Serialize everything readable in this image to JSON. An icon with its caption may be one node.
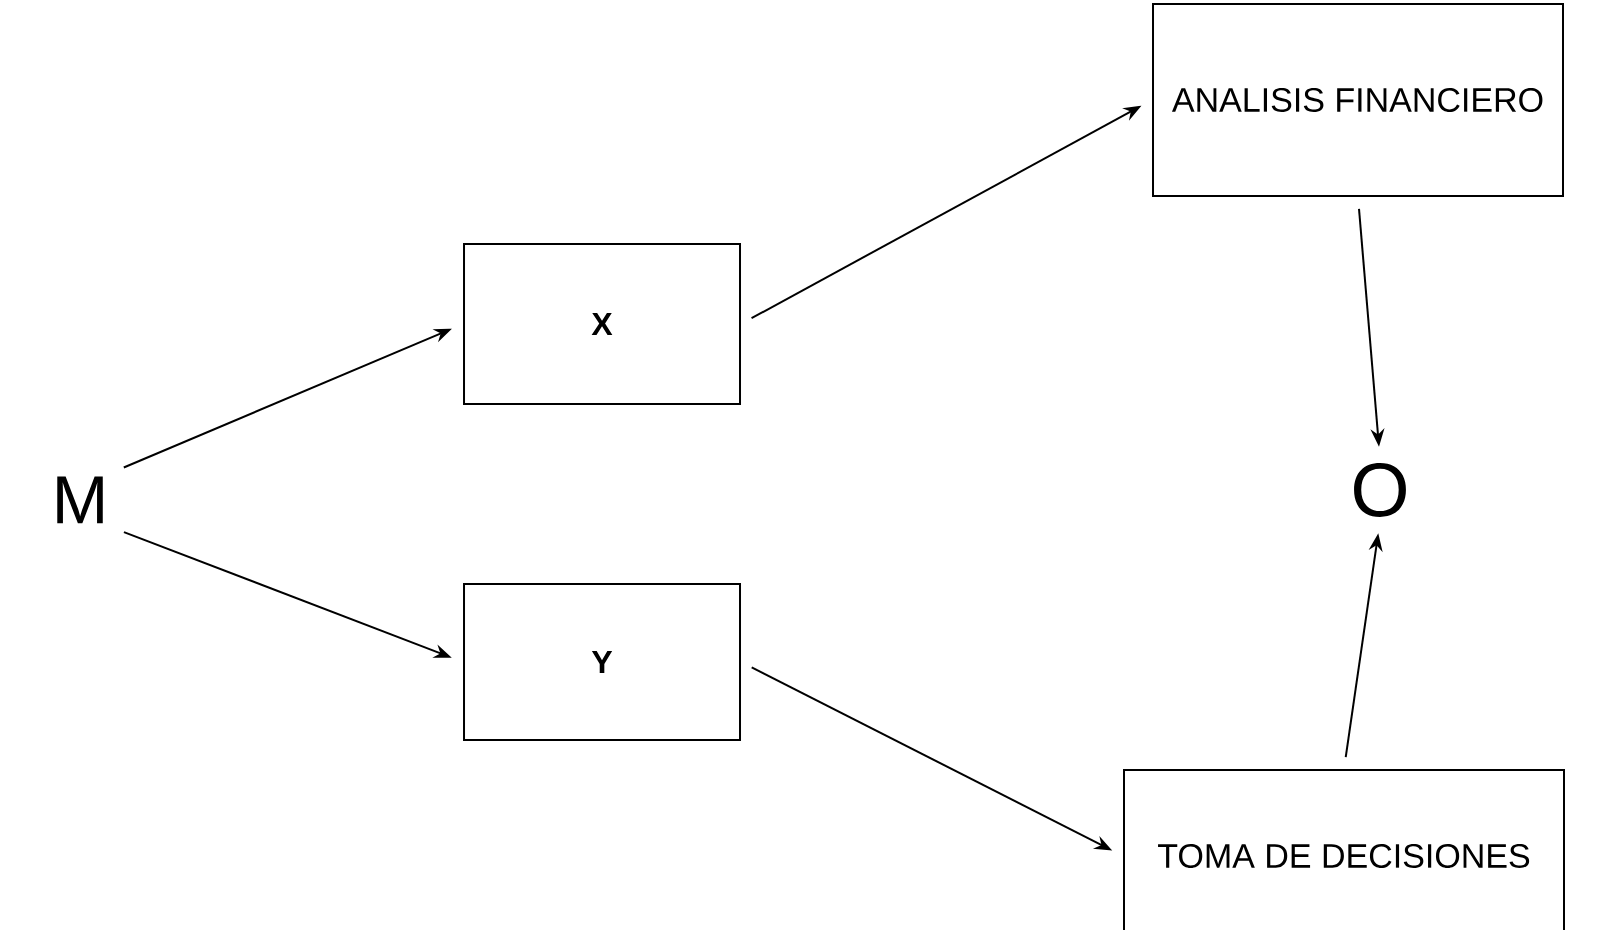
{
  "diagram": {
    "nodes": [
      {
        "text": [
          "M"
        ]
      },
      {
        "text": [
          "X"
        ]
      },
      {
        "text": [
          "Y"
        ]
      },
      {
        "text": [
          "ANALISIS FINANCIERO"
        ]
      },
      {
        "text": [
          "O"
        ]
      },
      {
        "text": [
          "TOMA DE DECISIONES"
        ]
      }
    ],
    "edges": [
      {
        "from": 0,
        "to": 1,
        "arrow": "to"
      },
      {
        "from": 0,
        "to": 2,
        "arrow": "to"
      },
      {
        "from": 1,
        "to": 3,
        "arrow": "to"
      },
      {
        "from": 2,
        "to": 5,
        "arrow": "to"
      },
      {
        "from": 3,
        "to": 4,
        "arrow": "to"
      },
      {
        "from": 5,
        "to": 4,
        "arrow": "to"
      }
    ]
  }
}
